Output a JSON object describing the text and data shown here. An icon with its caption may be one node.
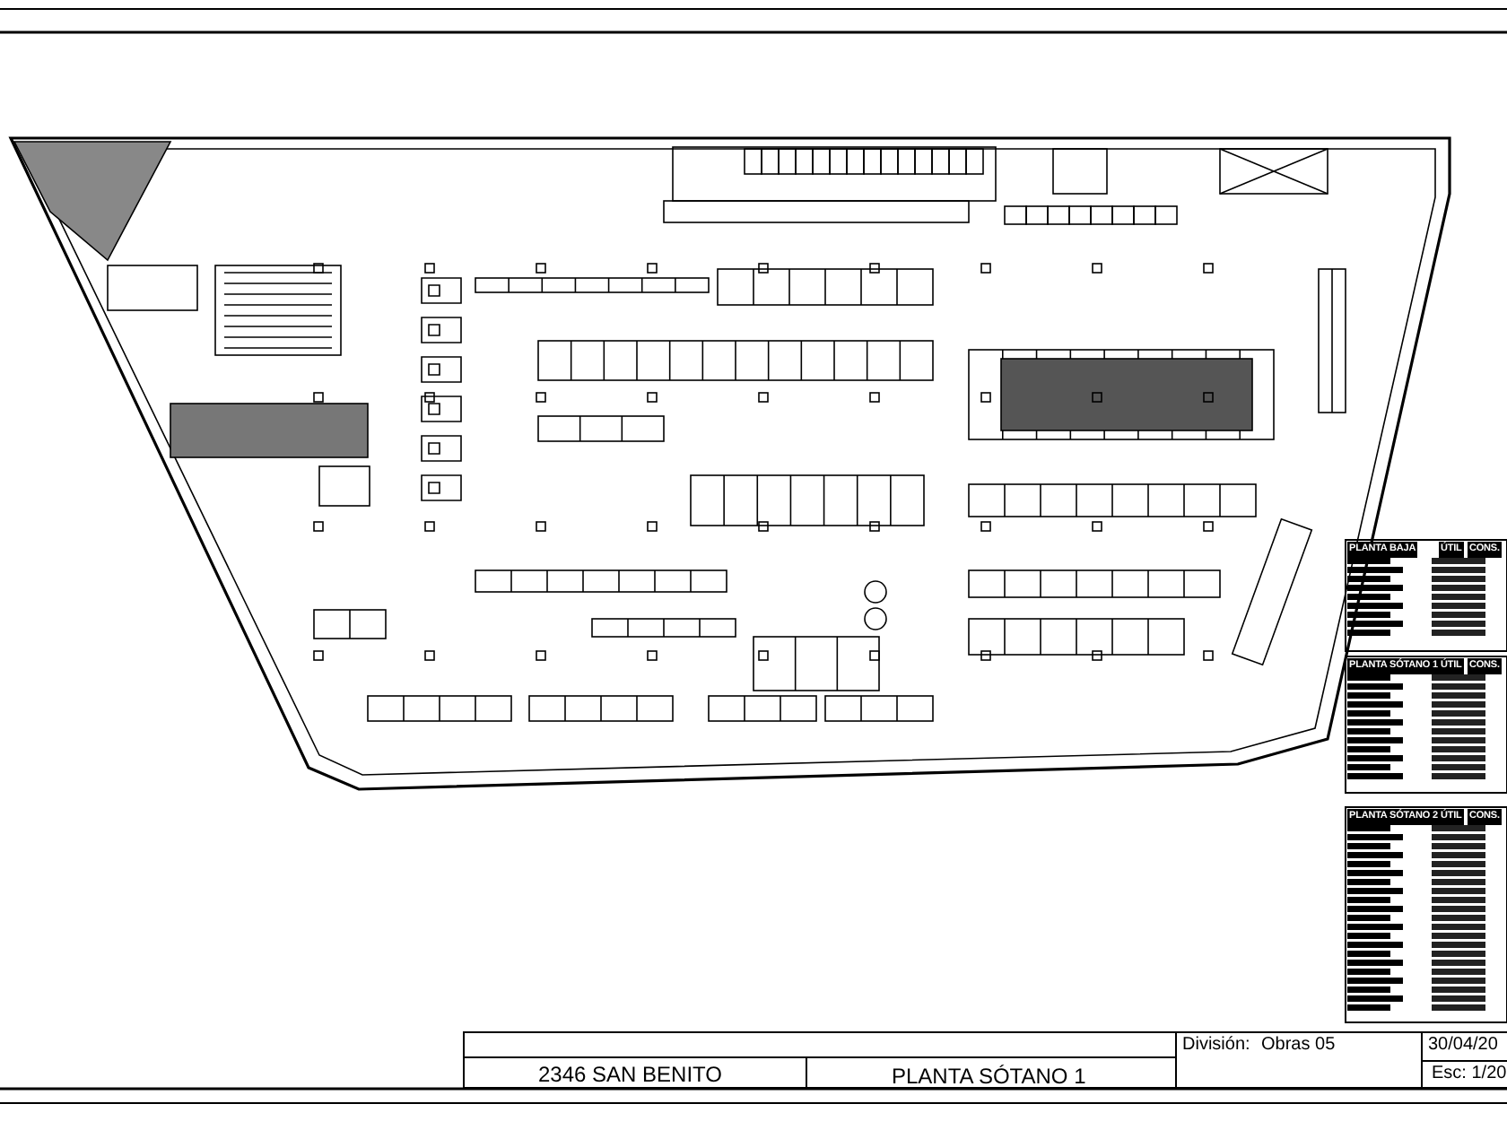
{
  "diagram": {
    "labels": [
      "PLANTA BAJA",
      "ÚTIL",
      "CONS.",
      "PLANTA SÓTANO 1",
      "ÚTIL",
      "CONS.",
      "PLANTA SÓTANO 2",
      "ÚTIL",
      "CONS.",
      "2346 SAN BENITO",
      "PLANTA SÓTANO 1",
      "División:",
      "Obras 05",
      "30/04/20",
      "Esc: 1/20"
    ]
  }
}
